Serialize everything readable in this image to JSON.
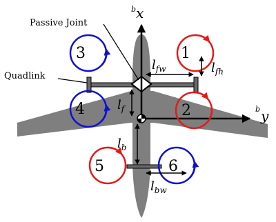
{
  "labels": {
    "passive_joint": "Passive Joint",
    "quadlink": "Quadlink"
  },
  "axes": {
    "x_sup": "b",
    "x": "x",
    "y_sup": "b",
    "y": "y"
  },
  "rotors": [
    {
      "id": "1",
      "color": "#e41a1a"
    },
    {
      "id": "2",
      "color": "#e41a1a"
    },
    {
      "id": "3",
      "color": "#1010d0"
    },
    {
      "id": "4",
      "color": "#1010d0"
    },
    {
      "id": "5",
      "color": "#e41a1a"
    },
    {
      "id": "6",
      "color": "#1010d0"
    }
  ],
  "dimensions": {
    "l_fw": {
      "sym": "l",
      "sub": "fw"
    },
    "l_fh": {
      "sym": "l",
      "sub": "fh"
    },
    "l_f": {
      "sym": "l",
      "sub": "f"
    },
    "l_b": {
      "sym": "l",
      "sub": "b"
    },
    "l_bw": {
      "sym": "l",
      "sub": "bw"
    }
  },
  "colors": {
    "fuselage": "#7f7f7f",
    "link": "#6a6a6a",
    "red": "#e41a1a",
    "blue": "#1010d0"
  }
}
